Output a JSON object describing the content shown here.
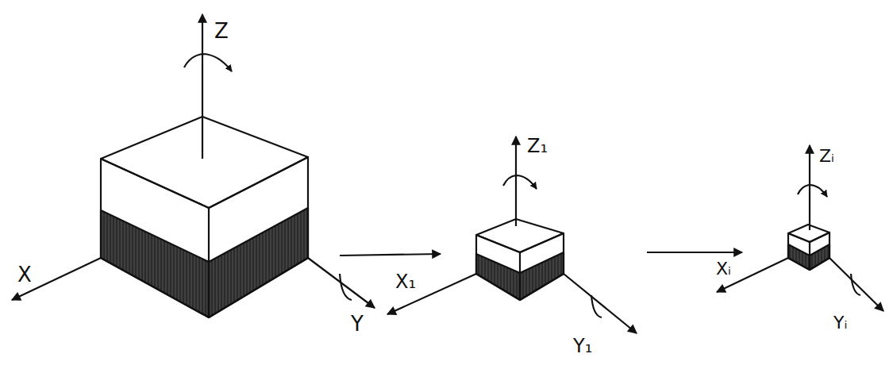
{
  "diagram": {
    "labels": [
      "X",
      "Y",
      "Z",
      "X₁",
      "Y₁",
      "Z₁",
      "Xᵢ",
      "Yᵢ",
      "Zᵢ"
    ]
  }
}
